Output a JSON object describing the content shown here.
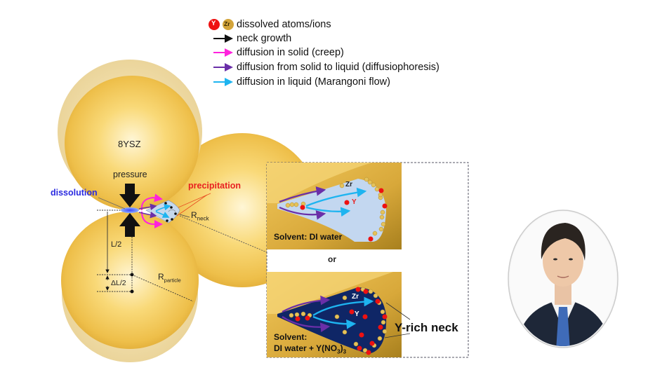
{
  "legend": {
    "atoms": {
      "y_symbol": "Y",
      "zr_symbol": "Zr",
      "label": "dissolved atoms/ions"
    },
    "items": [
      {
        "label": "neck growth",
        "color": "#111111",
        "icon": "black-arrow-icon"
      },
      {
        "label": "diffusion in solid (creep)",
        "color": "#ff22dd",
        "icon": "magenta-arrow-icon"
      },
      {
        "label": "diffusion from solid to liquid (diffusiophoresis)",
        "color": "#6a2fa8",
        "icon": "purple-arrow-icon"
      },
      {
        "label": "diffusion in liquid (Marangoni flow)",
        "color": "#1eb4f0",
        "icon": "cyan-arrow-icon"
      }
    ]
  },
  "diagram": {
    "particle_label": "8YSZ",
    "pressure_label": "pressure",
    "dissolution_label": "dissolution",
    "precipitation_label": "precipitation",
    "r_neck": {
      "main": "R",
      "sub": "neck"
    },
    "r_particle": {
      "main": "R",
      "sub": "particle"
    },
    "half_length_label": "L/2",
    "delta_label": "ΔL/2",
    "colors": {
      "dissolution": "#2a2ae0",
      "precipitation": "#e82020",
      "particle": "#f2c552"
    }
  },
  "inset": {
    "top": {
      "zr": "Zr",
      "y": "Y",
      "solvent": "Solvent: DI water"
    },
    "or_label": "or",
    "bottom": {
      "zr": "Zr",
      "y": "Y",
      "solvent_line1": "Solvent:",
      "solvent_line2_prefix": "DI water + Y(NO",
      "sub3a": "3",
      "close": ")",
      "sub3b": "3",
      "callout": "Y-rich neck"
    }
  },
  "portrait": {
    "description": "portrait photo of a man in dark suit and blue tie"
  }
}
